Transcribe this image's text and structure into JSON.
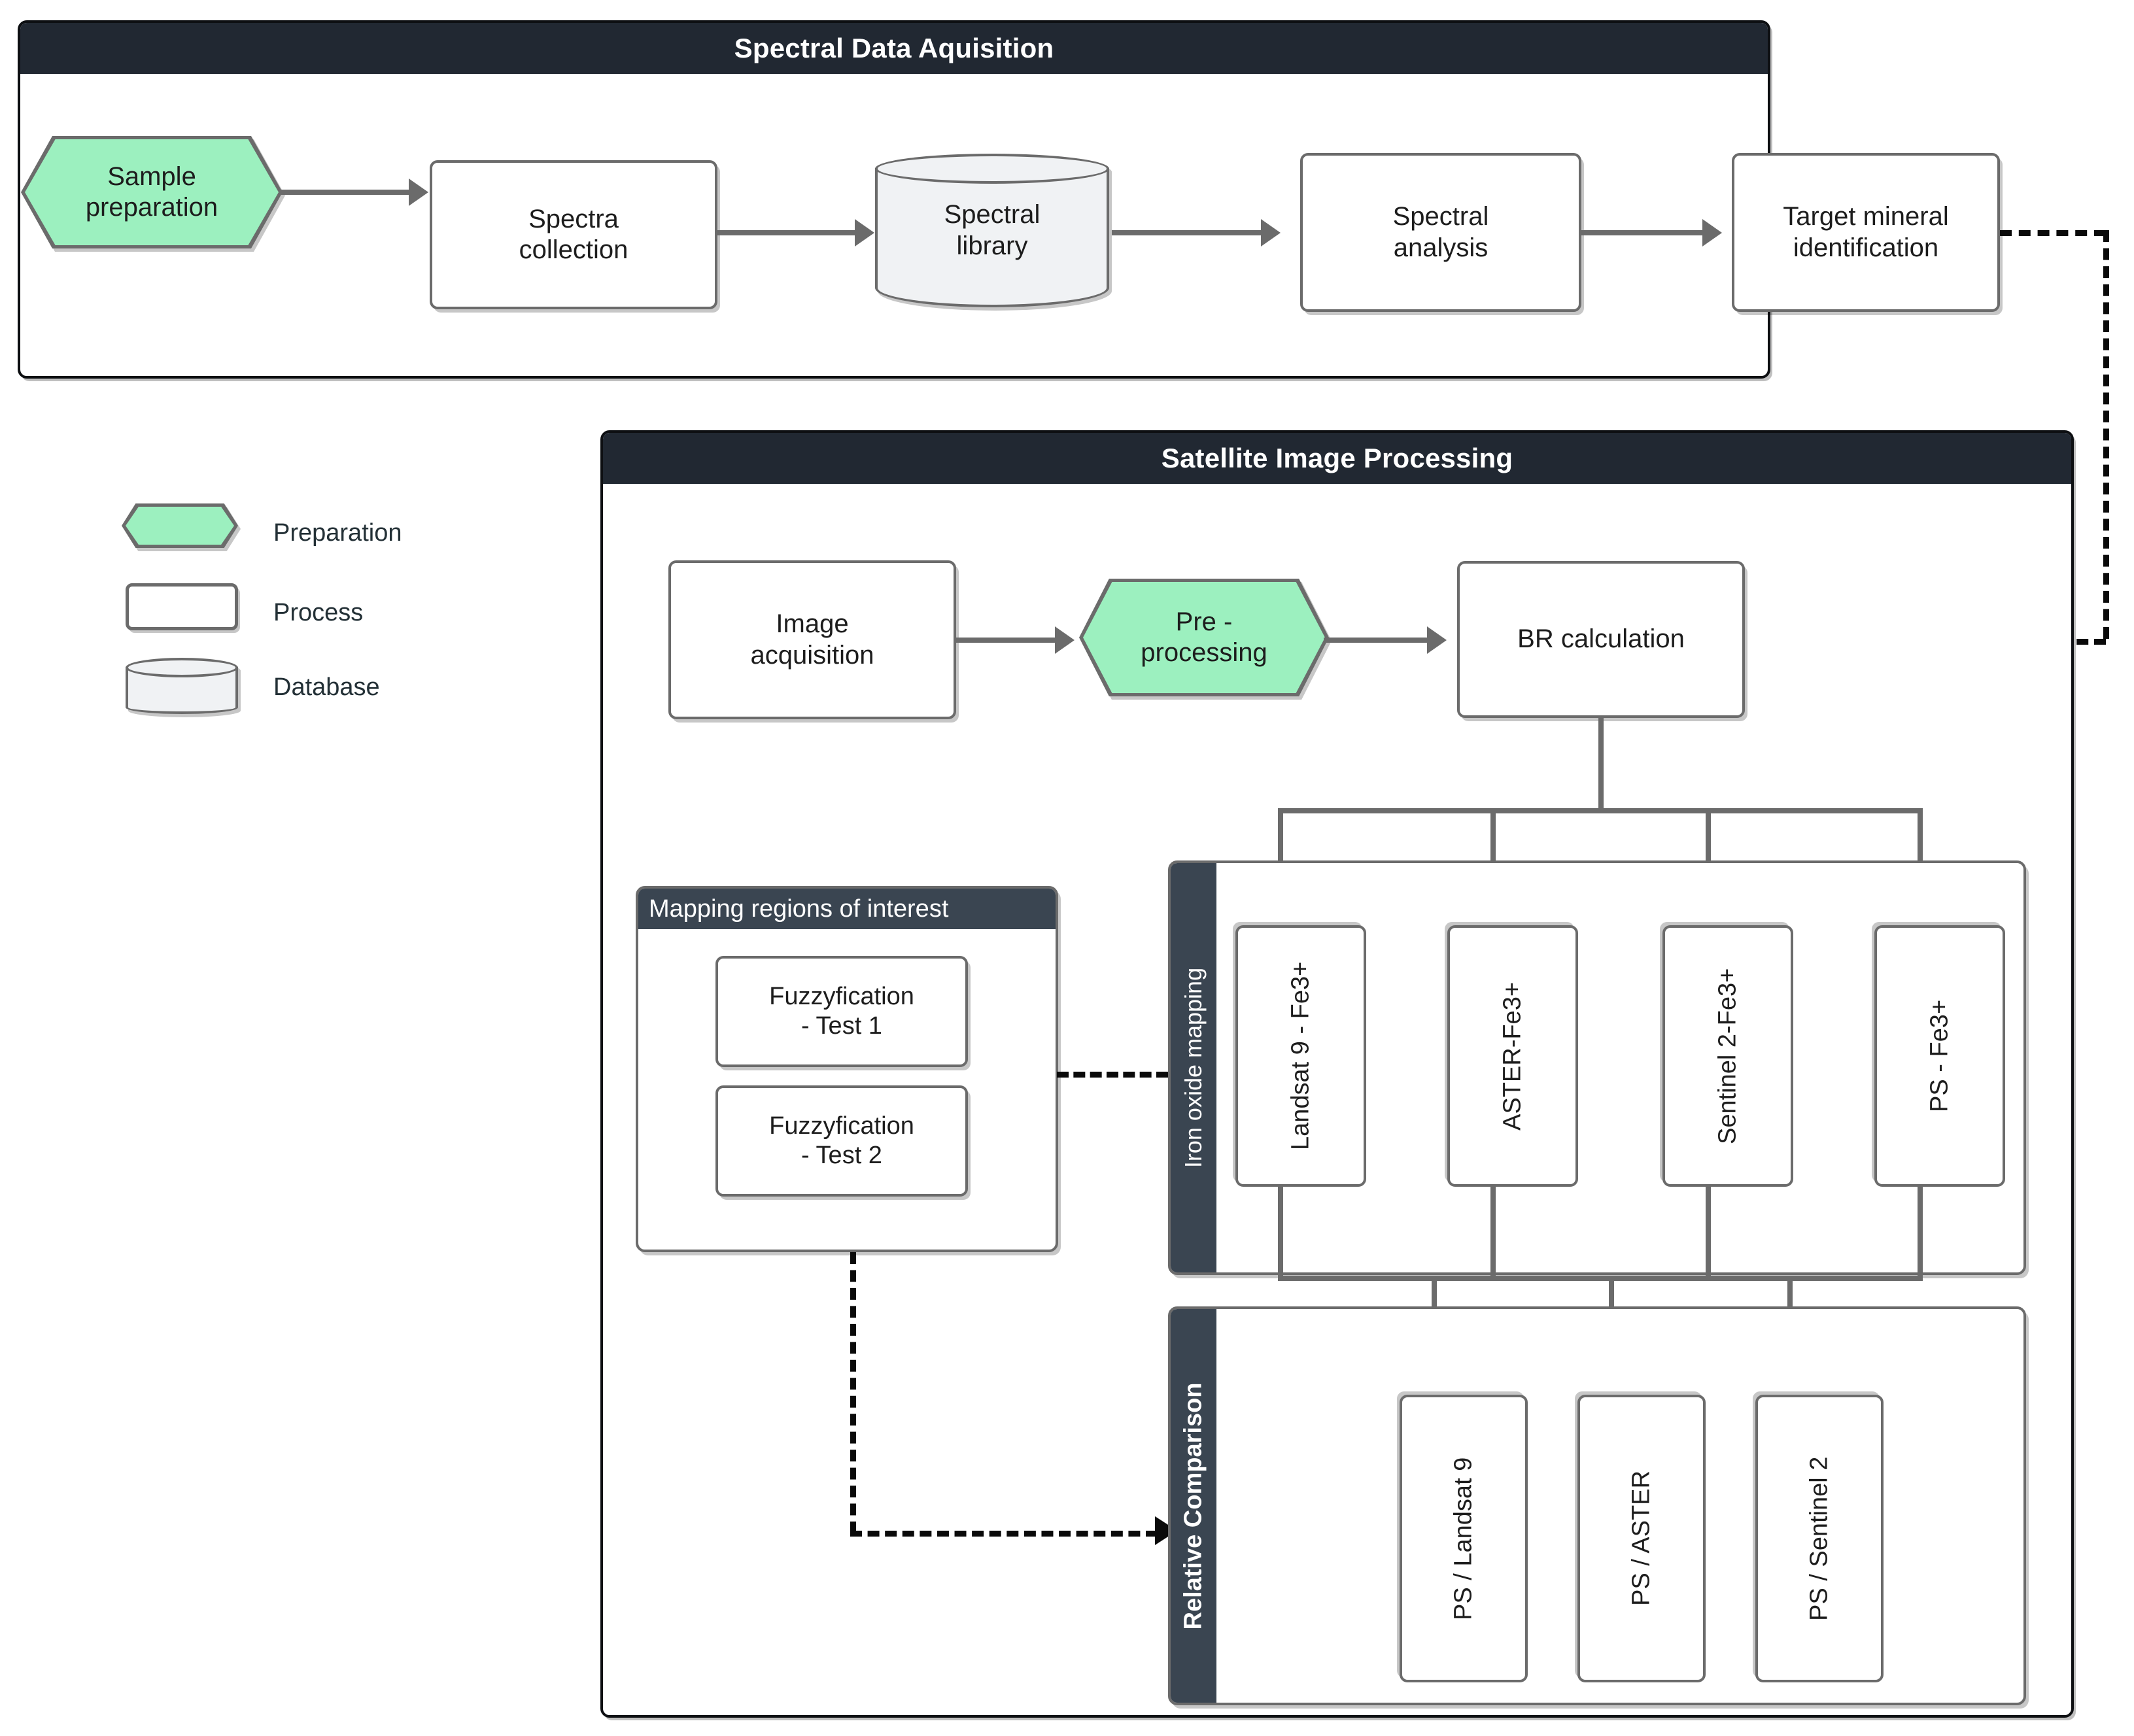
{
  "diagram": {
    "title_top": "Spectral Data Aquisition",
    "title_bottom": "Satellite Image Processing"
  },
  "panels": {
    "spectral": {
      "header": "Spectral Data Aquisition",
      "nodes": [
        {
          "id": "sample-preparation",
          "label": "Sample\npreparation",
          "shape": "preparation"
        },
        {
          "id": "spectra-collection",
          "label": "Spectra\ncollection",
          "shape": "process"
        },
        {
          "id": "spectral-library",
          "label": "Spectral\nlibrary",
          "shape": "database"
        },
        {
          "id": "spectral-analysis",
          "label": "Spectral\nanalysis",
          "shape": "process"
        },
        {
          "id": "target-mineral-identification",
          "label": "Target mineral\nidentification",
          "shape": "process"
        }
      ]
    },
    "satellite": {
      "header": "Satellite Image Processing",
      "nodes": [
        {
          "id": "image-acquisition",
          "label": "Image\nacquisition",
          "shape": "process"
        },
        {
          "id": "pre-processing",
          "label": "Pre -\nprocessing",
          "shape": "preparation"
        },
        {
          "id": "br-calculation",
          "label": "BR calculation",
          "shape": "process"
        }
      ],
      "mapping_regions": {
        "header": "Mapping regions of interest",
        "items": [
          {
            "id": "fuzzyfication-test-1",
            "label": "Fuzzyfication\n- Test 1"
          },
          {
            "id": "fuzzyfication-test-2",
            "label": "Fuzzyfication\n- Test 2"
          }
        ]
      },
      "iron_oxide_mapping": {
        "header": "Iron oxide mapping",
        "items": [
          {
            "id": "landsat-9-fe3",
            "label": "Landsat 9 - Fe3+"
          },
          {
            "id": "aster-fe3",
            "label": "ASTER-Fe3+"
          },
          {
            "id": "sentinel-2-fe3",
            "label": "Sentinel 2-Fe3+"
          },
          {
            "id": "ps-fe3",
            "label": "PS - Fe3+"
          }
        ]
      },
      "relative_comparison": {
        "header": "Relative Comparison",
        "items": [
          {
            "id": "ps-landsat-9",
            "label": "PS / Landsat 9"
          },
          {
            "id": "ps-aster",
            "label": "PS / ASTER"
          },
          {
            "id": "ps-sentinel-2",
            "label": "PS / Sentinel 2"
          }
        ]
      }
    }
  },
  "legend": {
    "items": [
      {
        "id": "preparation",
        "label": "Preparation",
        "shape": "hexagon",
        "color": "#9cf0bf"
      },
      {
        "id": "process",
        "label": "Process",
        "shape": "rectangle",
        "color": "#ffffff"
      },
      {
        "id": "database",
        "label": "Database",
        "shape": "cylinder",
        "color": "#f0f2f4"
      }
    ]
  },
  "colors": {
    "panel_header": "#212832",
    "subpanel_header": "#3a4551",
    "preparation_fill": "#9cf0bf",
    "database_fill": "#f0f2f4",
    "node_border": "#6b6b6b",
    "connector": "#6b6b6b",
    "dashed_connector": "#0a0a0a"
  }
}
